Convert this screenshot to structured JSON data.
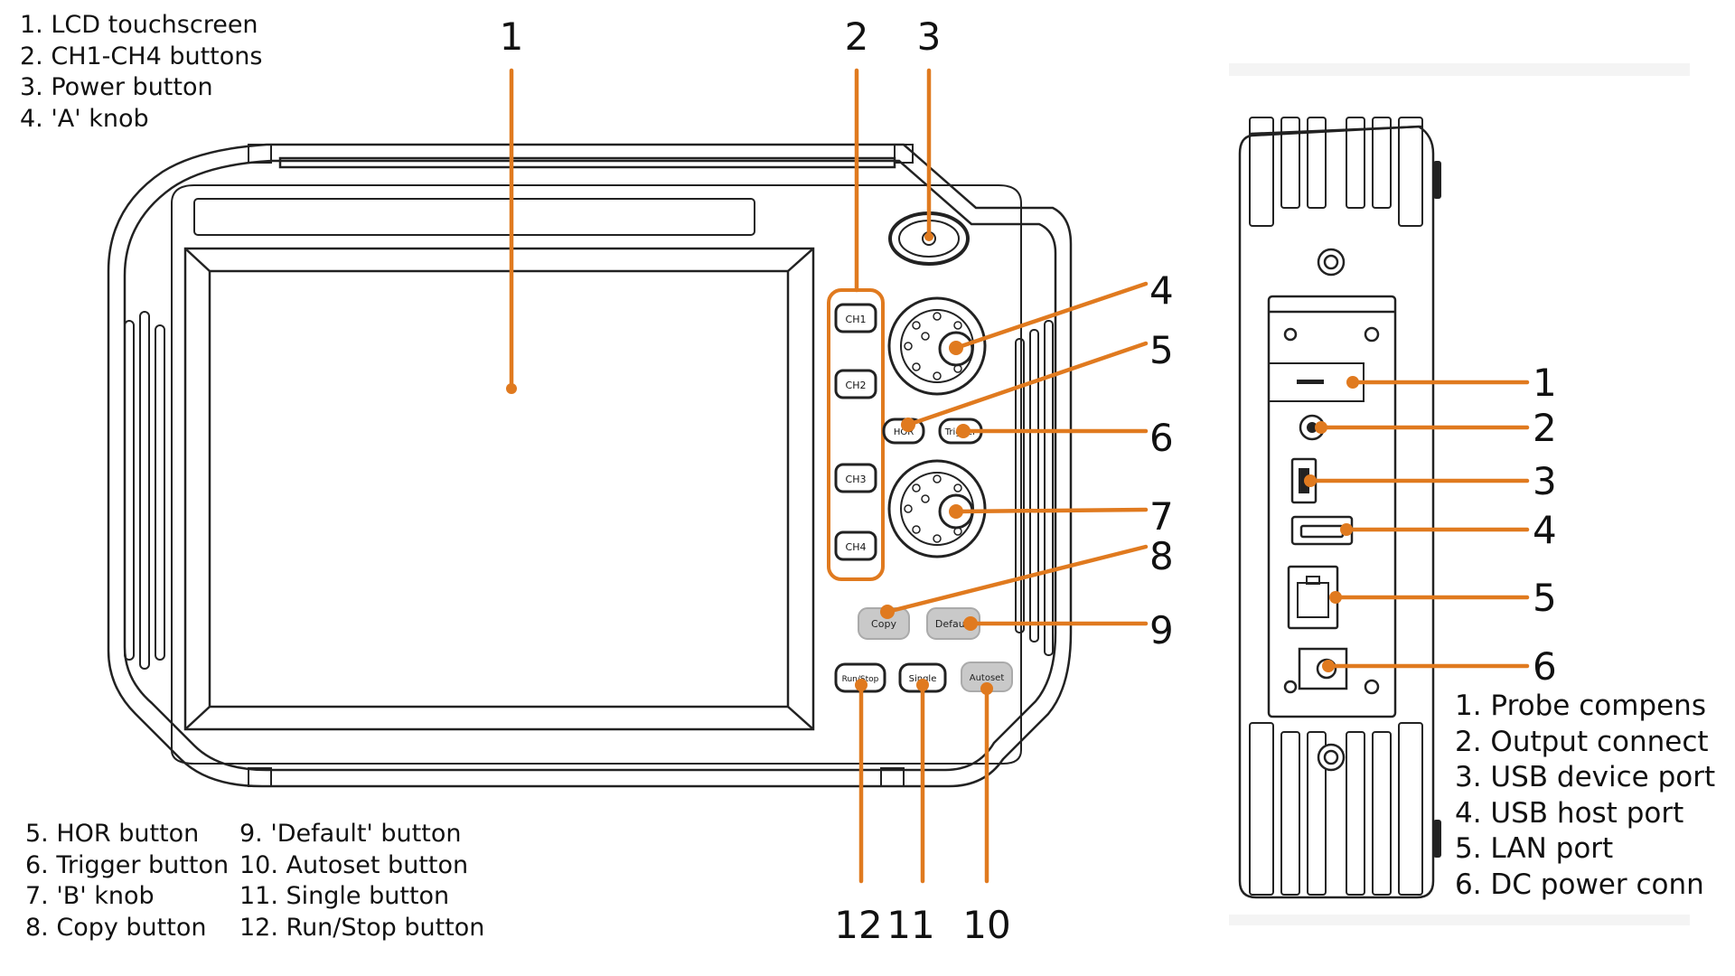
{
  "front_legend_top": [
    "1. LCD touchscreen",
    "2. CH1-CH4 buttons",
    "3. Power button",
    "4. 'A' knob"
  ],
  "front_legend_bottom_left": [
    "5. HOR button",
    "6. Trigger button",
    "7. 'B' knob",
    "8. Copy button"
  ],
  "front_legend_bottom_right": [
    "9. 'Default' button",
    "10. Autoset button",
    "11. Single button",
    "12. Run/Stop button"
  ],
  "side_legend": [
    "1. Probe compens",
    "2. Output connect",
    "3. USB device port",
    "4. USB host port",
    "5. LAN port",
    "6. DC power conn"
  ],
  "front_callouts": [
    "1",
    "2",
    "3",
    "4",
    "5",
    "6",
    "7",
    "8",
    "9",
    "10",
    "11",
    "12"
  ],
  "side_callouts": [
    "1",
    "2",
    "3",
    "4",
    "5",
    "6"
  ],
  "buttons": {
    "ch1": "CH1",
    "ch2": "CH2",
    "ch3": "CH3",
    "ch4": "CH4",
    "hor": "HOR",
    "trigger": "Trigger",
    "copy": "Copy",
    "default": "Default",
    "runstop": "Run/Stop",
    "single": "Single",
    "autoset": "Autoset"
  },
  "colors": {
    "callout": "#e07a1f",
    "outline": "#222222",
    "button_gray": "#c9c9c9"
  }
}
